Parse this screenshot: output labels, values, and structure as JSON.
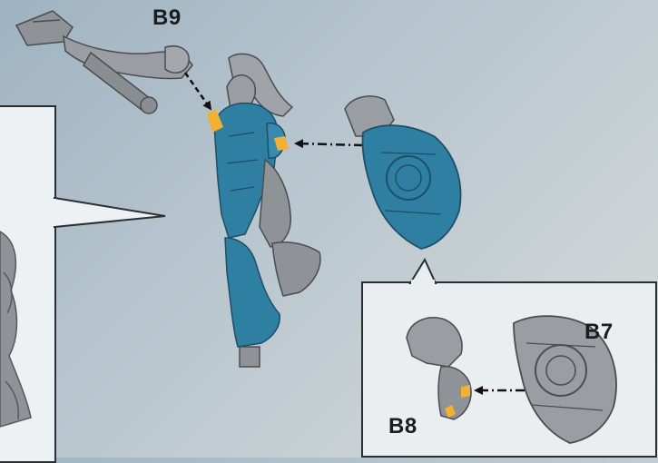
{
  "labels": {
    "b9": "B9",
    "b7": "B7",
    "b8": "B8"
  },
  "colors": {
    "background": "#b4c3cd",
    "highlight_part": "#2f7fa3",
    "glue_point": "#f2b133",
    "grey_part": "#8f9296",
    "inset_panel": "#eaeef0",
    "frame_line": "#2a2f33"
  },
  "icons": {
    "arrow_type": "dashed-arrow",
    "parts": [
      "weapon-arm",
      "knight-body",
      "shield",
      "shield-arm"
    ]
  }
}
